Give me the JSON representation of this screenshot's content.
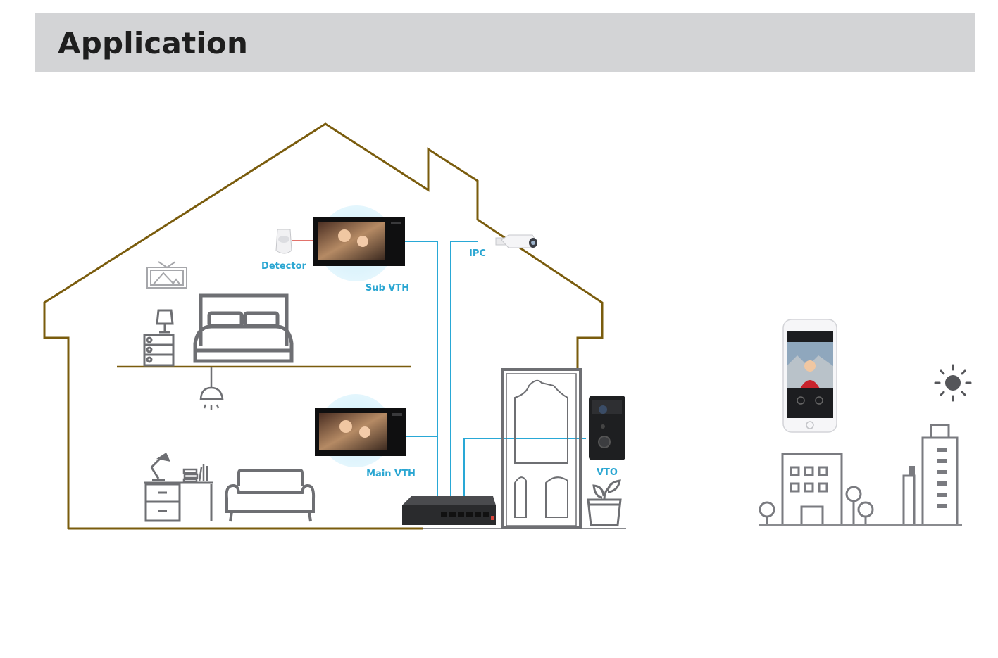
{
  "header": {
    "title": "Application"
  },
  "labels": {
    "detector": "Detector",
    "sub_vth": "Sub VTH",
    "ipc": "IPC",
    "main_vth": "Main VTH",
    "vto": "VTO"
  },
  "colors": {
    "house_outline": "#7a5c0d",
    "wiring": "#29a8d6",
    "label": "#2aa6d2",
    "icon_gray": "#6e6f73",
    "header_bg": "#d3d4d6"
  },
  "icons": [
    "picture-frame-icon",
    "bed-icon",
    "nightstand-icon",
    "ceiling-lamp-icon",
    "desk-icon",
    "desk-lamp-icon",
    "books-icon",
    "sofa-icon",
    "door-icon",
    "plant-icon",
    "smartphone-icon",
    "office-building-icon",
    "tree-icon",
    "skyscraper-icon",
    "sun-icon",
    "ipc-camera-icon",
    "detector-icon",
    "poe-switch-icon",
    "vto-doorbell-icon",
    "vth-monitor-icon"
  ]
}
